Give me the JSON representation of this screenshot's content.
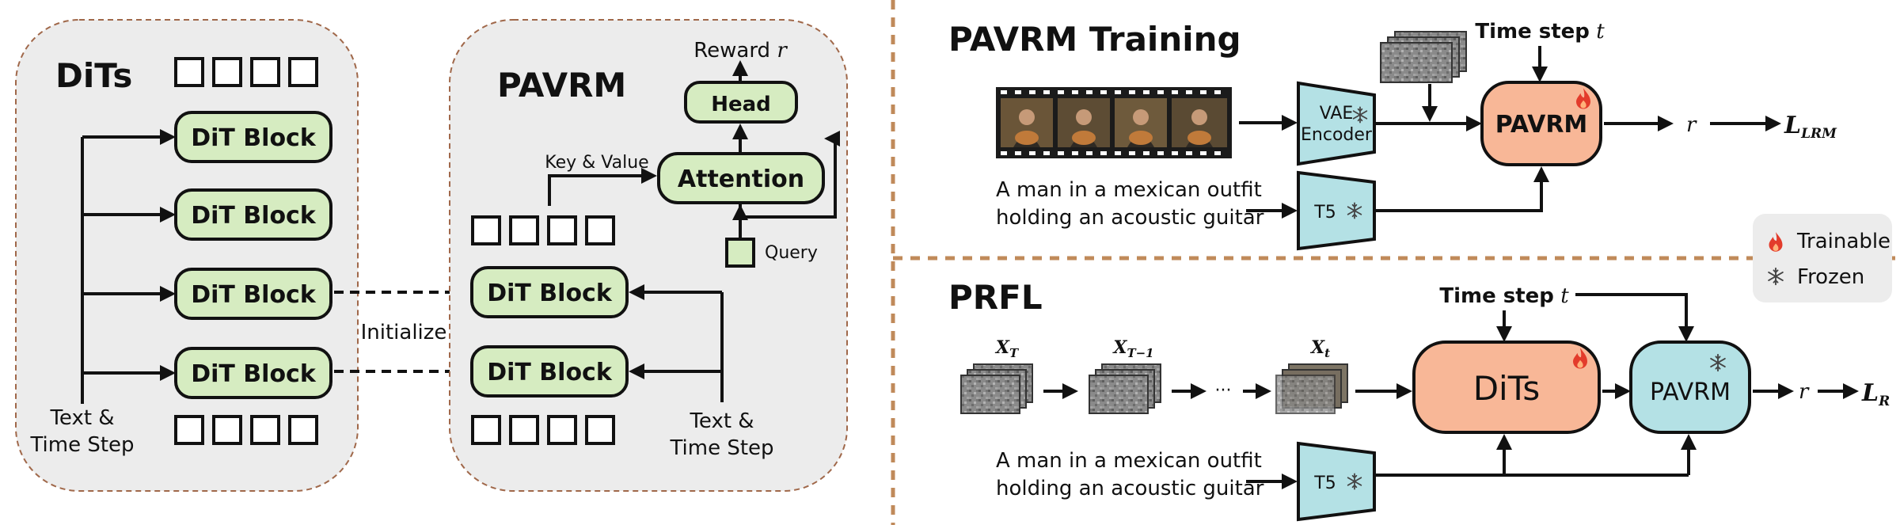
{
  "left": {
    "dits_title": "DiTs",
    "pavrm_title": "PAVRM",
    "dit_block_label": "DiT Block",
    "head_label": "Head",
    "attention_label": "Attention",
    "reward_label": "Reward",
    "reward_symbol": "r",
    "key_value_label": "Key & Value",
    "query_label": "Query",
    "initialize_label": "Initialize",
    "text_time_line1": "Text &",
    "text_time_line2": "Time Step"
  },
  "training": {
    "title": "PAVRM Training",
    "time_step_label": "Time step",
    "time_step_symbol": "t",
    "vae_line1": "VAE",
    "vae_line2": "Encoder",
    "t5_label": "T5",
    "pavrm_label": "PAVRM",
    "prompt_line1": "A man in a mexican outfit",
    "prompt_line2": "holding an acoustic guitar",
    "r_symbol": "r",
    "loss_main": "L",
    "loss_sub": "LRM"
  },
  "prfl": {
    "title": "PRFL",
    "time_step_label": "Time step",
    "time_step_symbol": "t",
    "x_main": "X",
    "xt_sub": "T",
    "xt1_sub": "T−1",
    "xtt_sub": "t",
    "ellipsis": "···",
    "dits_label": "DiTs",
    "pavrm_label": "PAVRM",
    "t5_label": "T5",
    "prompt_line1": "A man in a mexican outfit",
    "prompt_line2": "holding an acoustic guitar",
    "r_symbol": "r",
    "loss_main": "L",
    "loss_sub": "R"
  },
  "legend": {
    "trainable_label": "Trainable",
    "frozen_label": "Frozen"
  },
  "colors": {
    "green_block": "#d6ecc1",
    "salmon": "#f8b797",
    "cyan": "#b4e1e5",
    "panel_gray": "#ececec",
    "panel_border": "#a0684a",
    "divider": "#c08a5a",
    "flame": "#e33b2b"
  }
}
